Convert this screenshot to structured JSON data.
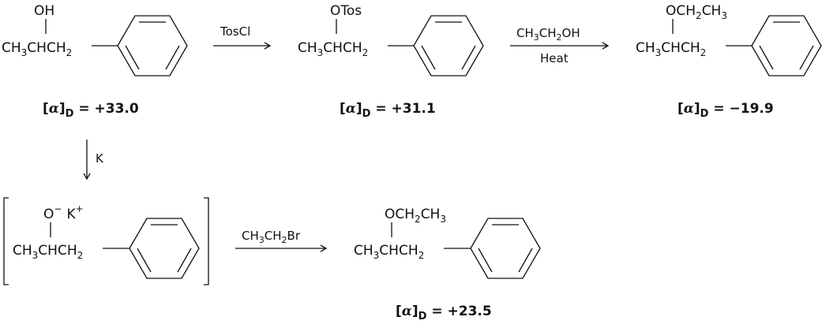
{
  "reagents": {
    "step1": "TosCl",
    "step2_top_base": "CH",
    "step2_top_sub1": "3",
    "step2_top_mid": "CH",
    "step2_top_sub2": "2",
    "step2_top_end": "OH",
    "step2_bottom": "Heat",
    "step3": "K",
    "step4_base": "CH",
    "step4_sub1": "3",
    "step4_mid": "CH",
    "step4_sub2": "2",
    "step4_end": "Br"
  },
  "rotations": {
    "start": {
      "prefix": "[",
      "alpha": "α",
      "suffix": "]",
      "sub": "D",
      "value": " = +33.0"
    },
    "tosylate": {
      "prefix": "[",
      "alpha": "α",
      "suffix": "]",
      "sub": "D",
      "value": " = +31.1"
    },
    "ether_top": {
      "prefix": "[",
      "alpha": "α",
      "suffix": "]",
      "sub": "D",
      "value": " = −19.9"
    },
    "ether_bottom": {
      "prefix": "[",
      "alpha": "α",
      "suffix": "]",
      "sub": "D",
      "value": " = +23.5"
    }
  },
  "molecules": {
    "alcohol": {
      "substituent": "OH",
      "chain_a": "CH",
      "chain_a_sub": "3",
      "chain_b": "CHCH",
      "chain_b_sub": "2"
    },
    "tosylate": {
      "substituent": "OTos",
      "chain_a": "CH",
      "chain_a_sub": "3",
      "chain_b": "CHCH",
      "chain_b_sub": "2"
    },
    "ether_top": {
      "substituent_a": "OCH",
      "substituent_a_sub": "2",
      "substituent_b": "CH",
      "substituent_b_sub": "3",
      "chain_a": "CH",
      "chain_a_sub": "3",
      "chain_b": "CHCH",
      "chain_b_sub": "2"
    },
    "alkoxide": {
      "anion": "O",
      "anion_charge": "−",
      "cation": "K",
      "cation_charge": "+",
      "chain_a": "CH",
      "chain_a_sub": "3",
      "chain_b": "CHCH",
      "chain_b_sub": "2"
    },
    "ether_bottom": {
      "substituent_a": "OCH",
      "substituent_a_sub": "2",
      "substituent_b": "CH",
      "substituent_b_sub": "3",
      "chain_a": "CH",
      "chain_a_sub": "3",
      "chain_b": "CHCH",
      "chain_b_sub": "2"
    }
  }
}
